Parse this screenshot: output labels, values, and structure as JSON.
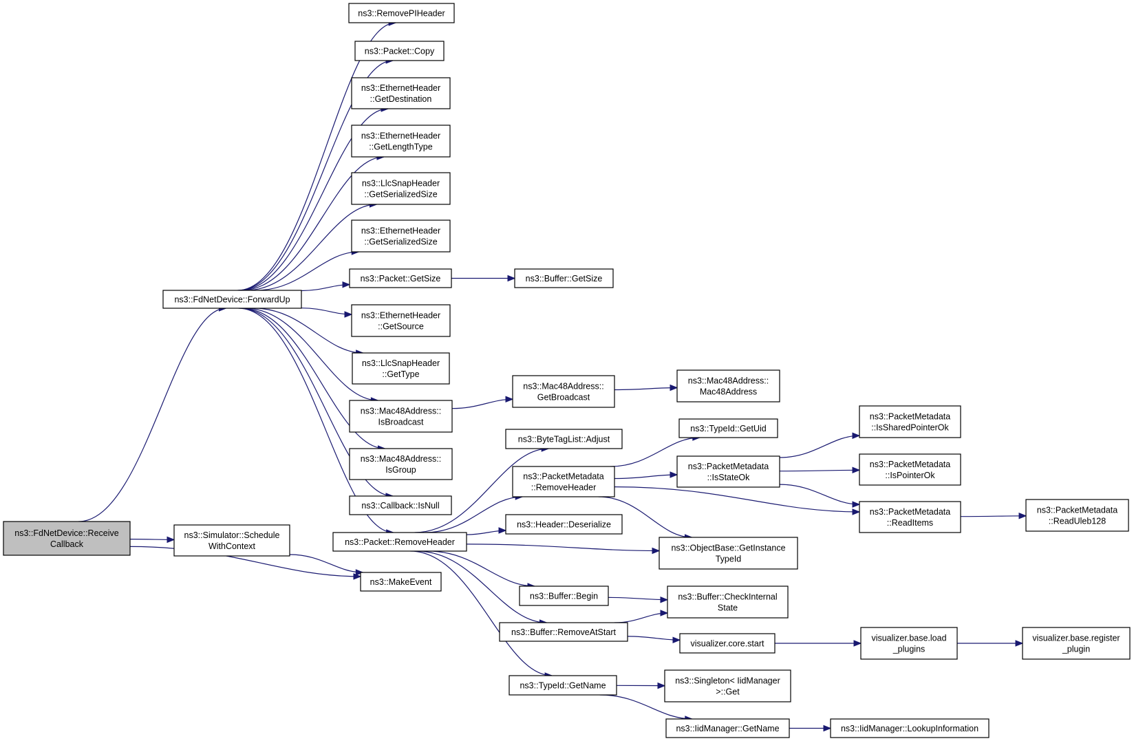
{
  "diagram": {
    "nodes": [
      {
        "id": "receive",
        "lines": [
          "ns3::FdNetDevice::Receive",
          "Callback"
        ],
        "highlighted": true
      },
      {
        "id": "forwardup",
        "lines": [
          "ns3::FdNetDevice::ForwardUp"
        ]
      },
      {
        "id": "schedule",
        "lines": [
          "ns3::Simulator::Schedule",
          "WithContext"
        ]
      },
      {
        "id": "makeevent",
        "lines": [
          "ns3::MakeEvent"
        ]
      },
      {
        "id": "removepi",
        "lines": [
          "ns3::RemovePIHeader"
        ]
      },
      {
        "id": "pktcopy",
        "lines": [
          "ns3::Packet::Copy"
        ]
      },
      {
        "id": "ethdest",
        "lines": [
          "ns3::EthernetHeader",
          "::GetDestination"
        ]
      },
      {
        "id": "ethlen",
        "lines": [
          "ns3::EthernetHeader",
          "::GetLengthType"
        ]
      },
      {
        "id": "llcser",
        "lines": [
          "ns3::LlcSnapHeader",
          "::GetSerializedSize"
        ]
      },
      {
        "id": "ethser",
        "lines": [
          "ns3::EthernetHeader",
          "::GetSerializedSize"
        ]
      },
      {
        "id": "pktsize",
        "lines": [
          "ns3::Packet::GetSize"
        ]
      },
      {
        "id": "bufsize",
        "lines": [
          "ns3::Buffer::GetSize"
        ]
      },
      {
        "id": "ethsrc",
        "lines": [
          "ns3::EthernetHeader",
          "::GetSource"
        ]
      },
      {
        "id": "llctype",
        "lines": [
          "ns3::LlcSnapHeader",
          "::GetType"
        ]
      },
      {
        "id": "macbcast",
        "lines": [
          "ns3::Mac48Address::",
          "IsBroadcast"
        ]
      },
      {
        "id": "macgetb",
        "lines": [
          "ns3::Mac48Address::",
          "GetBroadcast"
        ]
      },
      {
        "id": "macctor",
        "lines": [
          "ns3::Mac48Address::",
          "Mac48Address"
        ]
      },
      {
        "id": "macgroup",
        "lines": [
          "ns3::Mac48Address::",
          "IsGroup"
        ]
      },
      {
        "id": "cbnull",
        "lines": [
          "ns3::Callback::IsNull"
        ]
      },
      {
        "id": "pktremh",
        "lines": [
          "ns3::Packet::RemoveHeader"
        ]
      },
      {
        "id": "btadjust",
        "lines": [
          "ns3::ByteTagList::Adjust"
        ]
      },
      {
        "id": "pmremh",
        "lines": [
          "ns3::PacketMetadata",
          "::RemoveHeader"
        ]
      },
      {
        "id": "getuid",
        "lines": [
          "ns3::TypeId::GetUid"
        ]
      },
      {
        "id": "pmstate",
        "lines": [
          "ns3::PacketMetadata",
          "::IsStateOk"
        ]
      },
      {
        "id": "pmshared",
        "lines": [
          "ns3::PacketMetadata",
          "::IsSharedPointerOk"
        ]
      },
      {
        "id": "pmptr",
        "lines": [
          "ns3::PacketMetadata",
          "::IsPointerOk"
        ]
      },
      {
        "id": "pmread",
        "lines": [
          "ns3::PacketMetadata",
          "::ReadItems"
        ]
      },
      {
        "id": "pmuleb",
        "lines": [
          "ns3::PacketMetadata",
          "::ReadUleb128"
        ]
      },
      {
        "id": "hdrdeser",
        "lines": [
          "ns3::Header::Deserialize"
        ]
      },
      {
        "id": "objtid",
        "lines": [
          "ns3::ObjectBase::GetInstance",
          "TypeId"
        ]
      },
      {
        "id": "bufbegin",
        "lines": [
          "ns3::Buffer::Begin"
        ]
      },
      {
        "id": "bufcheck",
        "lines": [
          "ns3::Buffer::CheckInternal",
          "State"
        ]
      },
      {
        "id": "bufremove",
        "lines": [
          "ns3::Buffer::RemoveAtStart"
        ]
      },
      {
        "id": "vizstart",
        "lines": [
          "visualizer.core.start"
        ]
      },
      {
        "id": "vizload",
        "lines": [
          "visualizer.base.load",
          "_plugins"
        ]
      },
      {
        "id": "vizreg",
        "lines": [
          "visualizer.base.register",
          "_plugin"
        ]
      },
      {
        "id": "tidname",
        "lines": [
          "ns3::TypeId::GetName"
        ]
      },
      {
        "id": "singleton",
        "lines": [
          "ns3::Singleton< IidManager",
          ">::Get"
        ]
      },
      {
        "id": "iidname",
        "lines": [
          "ns3::IidManager::GetName"
        ]
      },
      {
        "id": "iidlookup",
        "lines": [
          "ns3::IidManager::LookupInformation"
        ]
      }
    ],
    "edges": [
      [
        "receive",
        "forwardup"
      ],
      [
        "receive",
        "schedule"
      ],
      [
        "receive",
        "makeevent"
      ],
      [
        "schedule",
        "makeevent"
      ],
      [
        "forwardup",
        "removepi"
      ],
      [
        "forwardup",
        "pktcopy"
      ],
      [
        "forwardup",
        "ethdest"
      ],
      [
        "forwardup",
        "ethlen"
      ],
      [
        "forwardup",
        "llcser"
      ],
      [
        "forwardup",
        "ethser"
      ],
      [
        "forwardup",
        "pktsize"
      ],
      [
        "forwardup",
        "ethsrc"
      ],
      [
        "forwardup",
        "llctype"
      ],
      [
        "forwardup",
        "macbcast"
      ],
      [
        "forwardup",
        "macgroup"
      ],
      [
        "forwardup",
        "cbnull"
      ],
      [
        "forwardup",
        "pktremh"
      ],
      [
        "pktsize",
        "bufsize"
      ],
      [
        "macbcast",
        "macgetb"
      ],
      [
        "macgetb",
        "macctor"
      ],
      [
        "pktremh",
        "btadjust"
      ],
      [
        "pktremh",
        "pmremh"
      ],
      [
        "pktremh",
        "hdrdeser"
      ],
      [
        "pktremh",
        "objtid"
      ],
      [
        "pktremh",
        "bufbegin"
      ],
      [
        "pktremh",
        "bufremove"
      ],
      [
        "pktremh",
        "tidname"
      ],
      [
        "pmremh",
        "getuid"
      ],
      [
        "pmremh",
        "pmstate"
      ],
      [
        "pmremh",
        "pmread"
      ],
      [
        "pmremh",
        "objtid"
      ],
      [
        "pmstate",
        "pmshared"
      ],
      [
        "pmstate",
        "pmptr"
      ],
      [
        "pmstate",
        "pmread"
      ],
      [
        "pmread",
        "pmuleb"
      ],
      [
        "bufbegin",
        "bufcheck"
      ],
      [
        "bufremove",
        "bufcheck"
      ],
      [
        "bufremove",
        "vizstart"
      ],
      [
        "vizstart",
        "vizload"
      ],
      [
        "vizload",
        "vizreg"
      ],
      [
        "tidname",
        "singleton"
      ],
      [
        "tidname",
        "iidname"
      ],
      [
        "iidname",
        "iidlookup"
      ]
    ]
  }
}
